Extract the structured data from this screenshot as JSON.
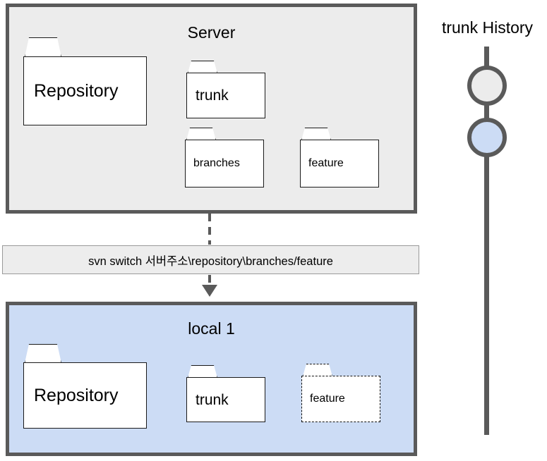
{
  "diagram": {
    "title_hidden": "SVN switch to feature branch",
    "server_panel": {
      "title": "Server",
      "fill": "#ececec",
      "border": "#5a5a5a",
      "folders": [
        {
          "id": "repository",
          "label": "Repository",
          "style": "solid"
        },
        {
          "id": "trunk",
          "label": "trunk",
          "style": "solid"
        },
        {
          "id": "branches",
          "label": "branches",
          "style": "solid"
        },
        {
          "id": "feature",
          "label": "feature",
          "style": "solid"
        }
      ],
      "connections": [
        {
          "from": "repository",
          "to": "trunk"
        },
        {
          "from": "repository",
          "to": "branches"
        },
        {
          "from": "branches",
          "to": "feature"
        }
      ]
    },
    "command_bar": {
      "command": "svn switch 서버주소\\repository\\branches/feature",
      "fill": "#ededed",
      "border": "#9a9a9a"
    },
    "flow_arrow": {
      "style": "dashed",
      "direction": "down",
      "color": "#5a5a5a"
    },
    "local_panel": {
      "title": "local 1",
      "fill": "#ccdcf5",
      "border": "#5a5a5a",
      "folders": [
        {
          "id": "repository",
          "label": "Repository",
          "style": "solid"
        },
        {
          "id": "trunk",
          "label": "trunk",
          "style": "solid"
        },
        {
          "id": "feature",
          "label": "feature",
          "style": "dashed"
        }
      ],
      "connections": [
        {
          "from": "repository",
          "to": "trunk"
        },
        {
          "from": "trunk",
          "to": "feature"
        }
      ]
    },
    "history": {
      "title": "trunk History",
      "spine_color": "#5a5a5a",
      "nodes": [
        {
          "index": 1,
          "fill": "#ececec",
          "stroke": "#5a5a5a"
        },
        {
          "index": 2,
          "fill": "#ccdcf5",
          "stroke": "#5a5a5a"
        }
      ]
    }
  }
}
